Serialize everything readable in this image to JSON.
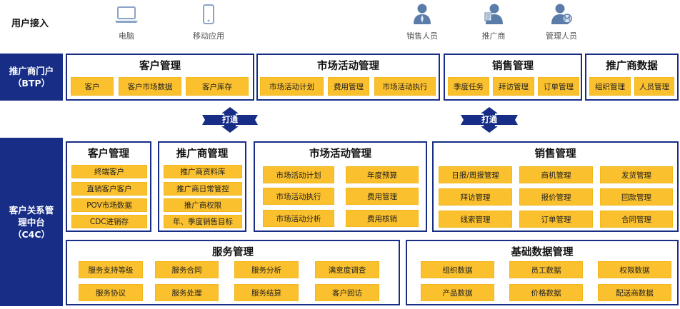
{
  "top": {
    "label": "用户接入",
    "users": [
      {
        "label": "电脑",
        "icon": "laptop-icon"
      },
      {
        "label": "移动应用",
        "icon": "phone-icon"
      },
      {
        "label": "销售人员",
        "icon": "salesperson-icon"
      },
      {
        "label": "推广商",
        "icon": "promoter-icon"
      },
      {
        "label": "管理人员",
        "icon": "manager-icon"
      }
    ]
  },
  "btp": {
    "side_label_line1": "推广商门户",
    "side_label_line2": "（BTP）",
    "modules": [
      {
        "title": "客户管理",
        "items": [
          "客户",
          "客户市场数据",
          "客户库存"
        ]
      },
      {
        "title": "市场活动管理",
        "items": [
          "市场活动计划",
          "费用管理",
          "市场活动执行"
        ]
      },
      {
        "title": "销售管理",
        "items": [
          "季度任务",
          "拜访管理",
          "订单管理"
        ]
      },
      {
        "title": "推广商数据",
        "items": [
          "组织管理",
          "人员管理"
        ]
      }
    ]
  },
  "connectors": [
    "打通",
    "打通"
  ],
  "c4c": {
    "side_label_line1": "客户关系管",
    "side_label_line2": "理中台",
    "side_label_line3": "（C4C）",
    "customer": {
      "title": "客户管理",
      "items": [
        "终端客户",
        "直销客户客户",
        "POV市场数据",
        "CDC进销存"
      ]
    },
    "promoter": {
      "title": "推广商管理",
      "items": [
        "推广商资料库",
        "推广商日常管控",
        "推广商权限",
        "年、季度销售目标"
      ]
    },
    "marketing": {
      "title": "市场活动管理",
      "items": [
        "市场活动计划",
        "年度预算",
        "市场活动执行",
        "费用管理",
        "市场活动分析",
        "费用核销"
      ]
    },
    "sales": {
      "title": "销售管理",
      "items": [
        "日报/周报管理",
        "商机管理",
        "发货管理",
        "拜访管理",
        "报价管理",
        "回款管理",
        "线索管理",
        "订单管理",
        "合同管理"
      ]
    },
    "service": {
      "title": "服务管理",
      "items": [
        "服务支持等级",
        "服务合同",
        "服务分析",
        "满意度调查",
        "服务协议",
        "服务处理",
        "服务结算",
        "客户回访"
      ]
    },
    "master": {
      "title": "基础数据管理",
      "items": [
        "组织数据",
        "员工数据",
        "权限数据",
        "产品数据",
        "价格数据",
        "配送商数据"
      ]
    }
  },
  "colors": {
    "navy": "#172d86",
    "chip": "#fbc02d",
    "icon": "#5a7ca8"
  }
}
